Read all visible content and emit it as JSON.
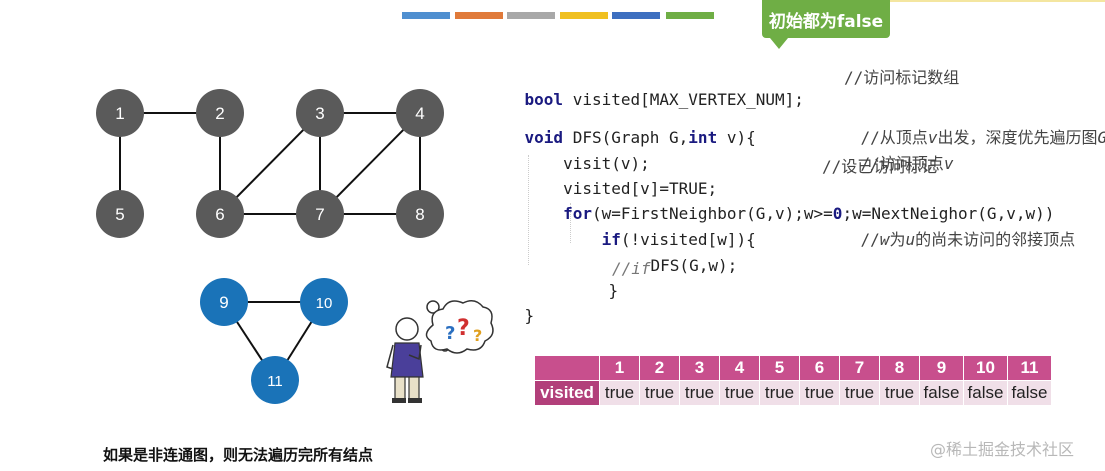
{
  "header_bar_colors": [
    "#4f8fd0",
    "#e07a3a",
    "#a8a8a8",
    "#f0c020",
    "#3d6fc0",
    "#6fae45"
  ],
  "callout": {
    "text": "初始都为false",
    "color": "#6fae45"
  },
  "graph": {
    "nodes": [
      {
        "id": "1",
        "label": "1",
        "color": "#5a5a5a"
      },
      {
        "id": "2",
        "label": "2",
        "color": "#5a5a5a"
      },
      {
        "id": "3",
        "label": "3",
        "color": "#5a5a5a"
      },
      {
        "id": "4",
        "label": "4",
        "color": "#5a5a5a"
      },
      {
        "id": "5",
        "label": "5",
        "color": "#5a5a5a"
      },
      {
        "id": "6",
        "label": "6",
        "color": "#5a5a5a"
      },
      {
        "id": "7",
        "label": "7",
        "color": "#5a5a5a"
      },
      {
        "id": "8",
        "label": "8",
        "color": "#5a5a5a"
      },
      {
        "id": "9",
        "label": "9",
        "color": "#1a73b8"
      },
      {
        "id": "10",
        "label": "10",
        "color": "#1a73b8"
      },
      {
        "id": "11",
        "label": "11",
        "color": "#1a73b8"
      }
    ],
    "edges": [
      [
        "1",
        "2"
      ],
      [
        "1",
        "5"
      ],
      [
        "2",
        "6"
      ],
      [
        "3",
        "6"
      ],
      [
        "3",
        "7"
      ],
      [
        "3",
        "4"
      ],
      [
        "4",
        "7"
      ],
      [
        "4",
        "8"
      ],
      [
        "6",
        "7"
      ],
      [
        "7",
        "8"
      ],
      [
        "9",
        "10"
      ],
      [
        "9",
        "11"
      ],
      [
        "10",
        "11"
      ]
    ]
  },
  "code": {
    "line1": {
      "kw": "bool",
      "text": " visited[MAX_VERTEX_NUM];",
      "comment": "//访问标记数组"
    },
    "line2": {
      "kw": "void",
      "text1": " DFS(Graph G,",
      "kw2": "int",
      "text2": " v){",
      "comment_a": "//从顶点",
      "comment_v": "v",
      "comment_b": "出发，深度优先遍历图",
      "comment_g": "G"
    },
    "line3": {
      "text": "    visit(v);",
      "comment_a": "//访问顶点",
      "comment_v": "v"
    },
    "line4": {
      "text": "    visited[v]=TRUE;",
      "comment": "//设已访问标记"
    },
    "line5": {
      "kw": "for",
      "text1": "(w=FirstNeighbor(G,v);w>=",
      "num": "0",
      "text2": ";w=NextNeighor(G,v,w))"
    },
    "line6": {
      "kw": "if",
      "text": "(!visited[w]){",
      "comment_a": "//",
      "comment_w": "w",
      "comment_b": "为",
      "comment_u": "u",
      "comment_c": "的尚未访问的邻接顶点"
    },
    "line7": {
      "text": "DFS(G,w);"
    },
    "line8": {
      "text": "}",
      "comment": "//if"
    },
    "line9": {
      "text": "}"
    }
  },
  "table": {
    "row_label": "visited",
    "headers": [
      "1",
      "2",
      "3",
      "4",
      "5",
      "6",
      "7",
      "8",
      "9",
      "10",
      "11"
    ],
    "values": [
      "true",
      "true",
      "true",
      "true",
      "true",
      "true",
      "true",
      "true",
      "false",
      "false",
      "false"
    ]
  },
  "footnote": "如果是非连通图，则无法遍历完所有结点",
  "watermark": "@稀土掘金技术社区"
}
